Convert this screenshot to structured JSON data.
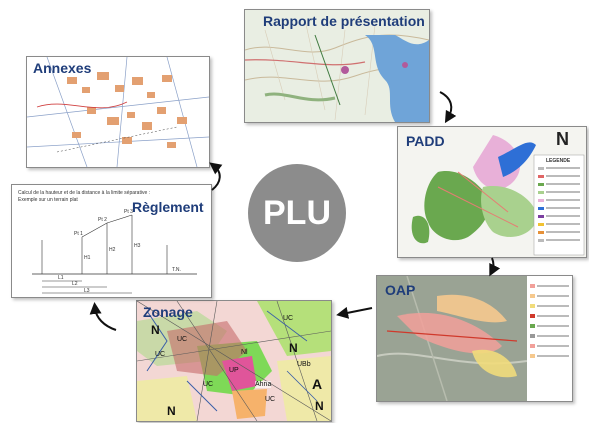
{
  "center": {
    "label": "PLU"
  },
  "cards": {
    "rapport": {
      "title": "Rapport de présentation"
    },
    "padd": {
      "title": "PADD",
      "north": "N",
      "legend_title": "LEGENDE"
    },
    "oap": {
      "title": "OAP"
    },
    "zonage": {
      "title": "Zonage",
      "labels": [
        "N",
        "N",
        "UC",
        "UC",
        "UC",
        "Nl",
        "UP",
        "N",
        "N",
        "A",
        "UC",
        "Ahna",
        "UBb",
        "UC"
      ]
    },
    "reglement": {
      "title": "Règlement",
      "caption1": "Calcul de la hauteur et de la distance à la limite séparative :",
      "caption2": "Exemple sur un terrain plat",
      "dims": [
        "Pt 1",
        "Pt 2",
        "Pt 3",
        "H1",
        "H2",
        "H3",
        "L1",
        "L2",
        "L3",
        "T.N."
      ]
    },
    "annexes": {
      "title": "Annexes"
    }
  },
  "colors": {
    "title": "#1f3d7a",
    "center": "#8c8c8c",
    "arrow": "#111111"
  }
}
